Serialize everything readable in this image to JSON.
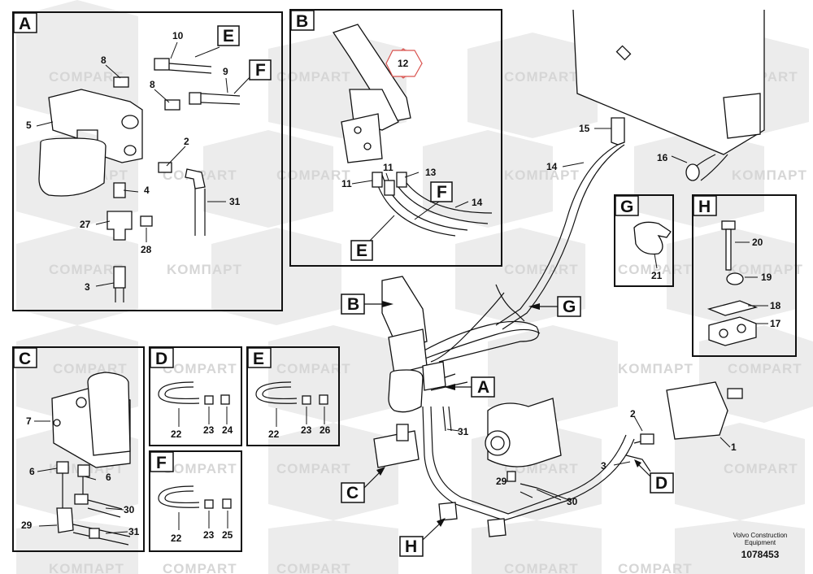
{
  "watermark": {
    "text_latin": "COMPART",
    "text_cyrillic": "KOMПAPT",
    "color": "#d6d6d6"
  },
  "panels": {
    "A": {
      "letter": "A",
      "callouts": [
        "10",
        "8",
        "8",
        "9",
        "5",
        "2",
        "4",
        "27",
        "28",
        "3",
        "31"
      ],
      "hose_tags": [
        "E",
        "F"
      ]
    },
    "B": {
      "letter": "B",
      "callouts": [
        "12",
        "11",
        "11",
        "13",
        "14"
      ],
      "hose_tags": [
        "F",
        "E"
      ],
      "highlight_color": "#d9534f"
    },
    "C": {
      "letter": "C",
      "callouts": [
        "7",
        "6",
        "6",
        "30",
        "29",
        "31"
      ]
    },
    "D": {
      "letter": "D",
      "callouts": [
        "22",
        "23",
        "24"
      ]
    },
    "E": {
      "letter": "E",
      "callouts": [
        "22",
        "23",
        "26"
      ]
    },
    "F": {
      "letter": "F",
      "callouts": [
        "22",
        "23",
        "25"
      ]
    },
    "G": {
      "letter": "G",
      "callouts": [
        "21"
      ]
    },
    "H": {
      "letter": "H",
      "callouts": [
        "20",
        "19",
        "18",
        "17"
      ]
    }
  },
  "main": {
    "callouts": [
      "15",
      "14",
      "16",
      "31",
      "29",
      "30",
      "2",
      "1",
      "3"
    ],
    "pointers": [
      "B",
      "G",
      "A",
      "C",
      "H",
      "D"
    ]
  },
  "footer": {
    "company": "Volvo Construction",
    "subtitle": "Equipment",
    "drawing_number": "1078453"
  }
}
